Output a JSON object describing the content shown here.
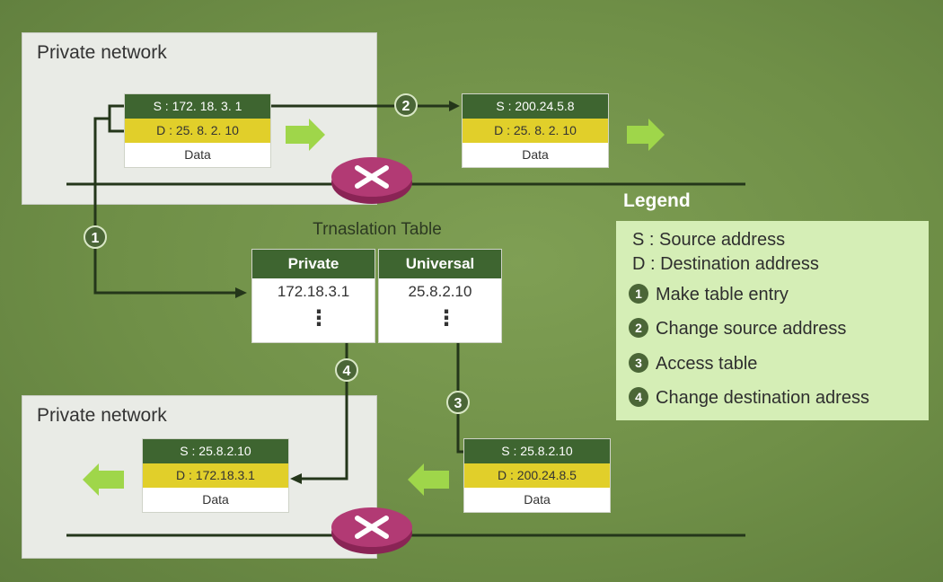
{
  "networks": {
    "top": {
      "title": "Private network"
    },
    "bottom": {
      "title": "Private network"
    }
  },
  "packets": {
    "outgoing_before": {
      "source": "S : 172. 18. 3. 1",
      "destination": "D : 25. 8. 2. 10",
      "data": "Data"
    },
    "outgoing_after": {
      "source": "S : 200.24.5.8",
      "destination": "D : 25. 8. 2. 10",
      "data": "Data"
    },
    "incoming_before": {
      "source": "S : 25.8.2.10",
      "destination": "D : 200.24.8.5",
      "data": "Data"
    },
    "incoming_after": {
      "source": "S : 25.8.2.10",
      "destination": "D : 172.18.3.1",
      "data": "Data"
    }
  },
  "translation_table": {
    "title": "Trnaslation Table",
    "columns": [
      "Private",
      "Universal"
    ],
    "rows": [
      [
        "172.18.3.1",
        "25.8.2.10"
      ]
    ],
    "continuation": "⋮"
  },
  "steps": [
    "1",
    "2",
    "3",
    "4"
  ],
  "legend": {
    "title": "Legend",
    "items": [
      "S : Source address",
      "D : Destination address",
      "Make table entry",
      "Change source address",
      "Access table",
      "Change destination adress"
    ]
  },
  "icons": {
    "router": "router-x-icon",
    "direction": "green-arrow-icon"
  },
  "colors": {
    "background": "#6f8f47",
    "source_row": "#3e6530",
    "destination_row": "#e1cf2a",
    "router": "#b23a74",
    "legend_bg": "#d5eeb6",
    "arrow_green": "#9fd64a"
  }
}
